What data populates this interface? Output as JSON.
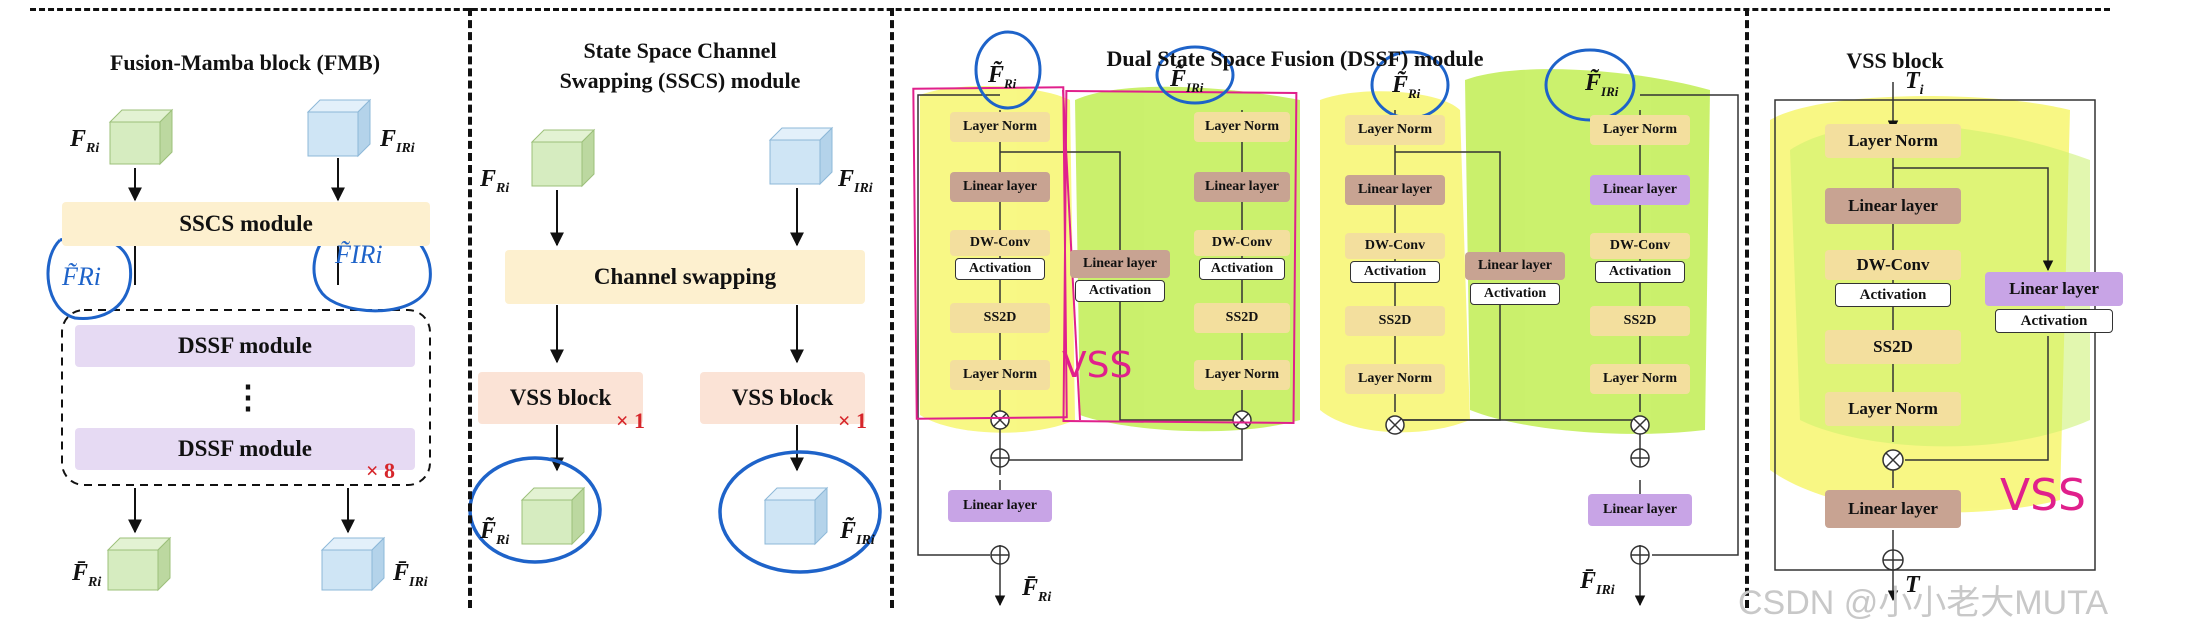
{
  "panels": {
    "fmb": {
      "title": "Fusion-Mamba block   (FMB)",
      "input_left": "F",
      "input_left_sub": "Ri",
      "input_right": "F",
      "input_right_sub": "IRi",
      "sscs_box": "SSCS module",
      "dssf_box_1": "DSSF module",
      "dots": "⋮",
      "dssf_box_2": "DSSF module",
      "repeat": "× 8",
      "output_left": "F̄",
      "output_left_sub": "Ri",
      "output_right": "F̄",
      "output_right_sub": "IRi",
      "handwritten_left": "F̃Ri",
      "handwritten_right": "F̃IRi"
    },
    "sscs": {
      "title_line1": "State Space Channel",
      "title_line2": "Swapping (SSCS) module",
      "input_left": "F",
      "input_left_sub": "Ri",
      "input_right": "F",
      "input_right_sub": "IRi",
      "swap_box": "Channel swapping",
      "vss_left": "VSS block",
      "vss_right": "VSS block",
      "repeat_left": "× 1",
      "repeat_right": "× 1",
      "output_left": "F̃",
      "output_left_sub": "Ri",
      "output_right": "F̃",
      "output_right_sub": "IRi"
    },
    "dssf": {
      "title": "Dual State Space Fusion (DSSF) module",
      "in_a": "F̃",
      "in_a_sub": "Ri",
      "in_b": "F̃",
      "in_b_sub": "IRi",
      "in_c": "F̃",
      "in_c_sub": "Ri",
      "in_d": "F̃",
      "in_d_sub": "IRi",
      "layer_norm": "Layer Norm",
      "linear_layer": "Linear layer",
      "dw_conv": "DW-Conv",
      "activation": "Activation",
      "ss2d": "SS2D",
      "out_left": "F̄",
      "out_left_sub": "Ri",
      "out_right": "F̄",
      "out_right_sub": "IRi",
      "handwritten_vss": "VSS"
    },
    "vss": {
      "title": "VSS block",
      "input": "T",
      "input_sub": "i",
      "layer_norm_1": "Layer Norm",
      "linear_1": "Linear layer",
      "dw_conv": "DW-Conv",
      "activation_1": "Activation",
      "ss2d": "SS2D",
      "layer_norm_2": "Layer Norm",
      "linear_2": "Linear layer",
      "side_linear": "Linear layer",
      "side_activation": "Activation",
      "output": "T",
      "handwritten_vss": "VSS"
    }
  },
  "watermark": "CSDN @小小老大MUTA",
  "colors": {
    "green_cube": "#d6ecc0",
    "blue_cube": "#cfe5f5",
    "sscs_box": "#fdf0cf",
    "dssf_box": "#e6daf3",
    "vss_box": "#fbe3d6",
    "layer_norm": "#f3df9e",
    "linear": "#c8a392",
    "purple": "#c8a4e6",
    "activation": "#ffffff",
    "highlight_yellow": "#f6f55c",
    "highlight_green": "#b9ec3c",
    "pen_blue": "#1e63c9",
    "pen_magenta": "#e0208c",
    "red": "#d6262b"
  }
}
